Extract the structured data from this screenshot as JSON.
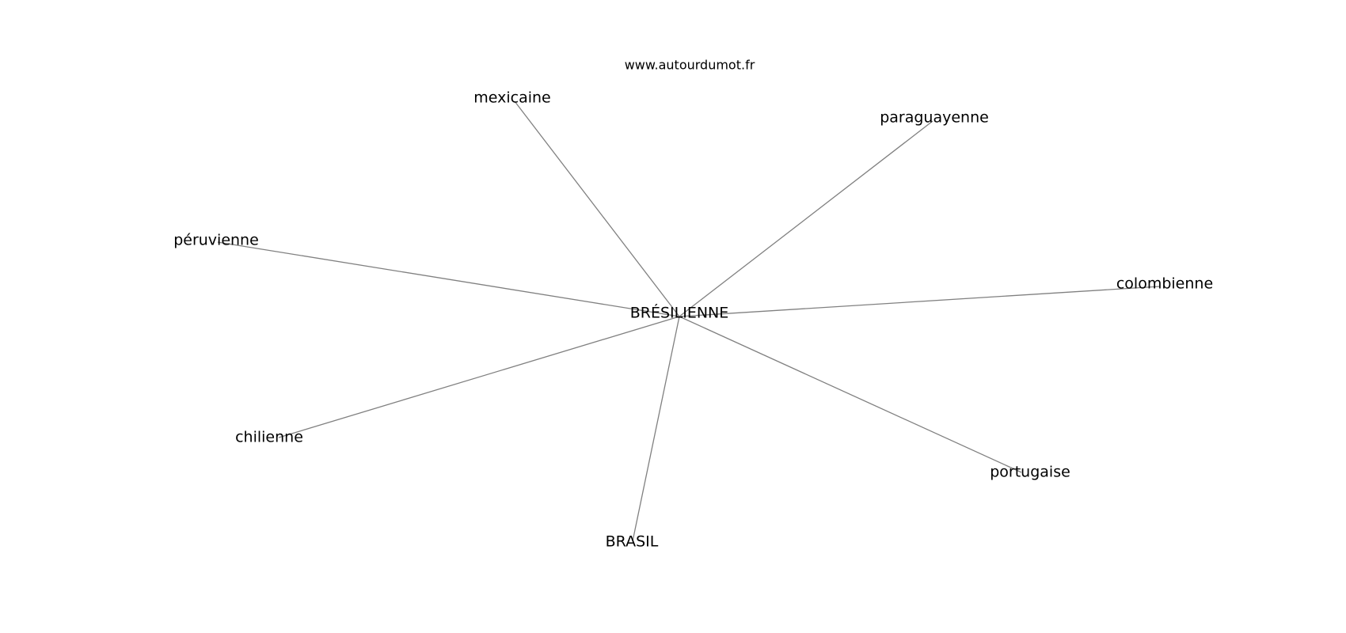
{
  "watermark": "www.autourdumot.fr",
  "graph": {
    "center": {
      "id": "center",
      "label": "BRÉSILIENNE"
    },
    "nodes": [
      {
        "id": "mexicaine",
        "label": "mexicaine"
      },
      {
        "id": "paraguayenne",
        "label": "paraguayenne"
      },
      {
        "id": "peruvienne",
        "label": "péruvienne"
      },
      {
        "id": "colombienne",
        "label": "colombienne"
      },
      {
        "id": "chilienne",
        "label": "chilienne"
      },
      {
        "id": "portugaise",
        "label": "portugaise"
      },
      {
        "id": "brasil",
        "label": "BRASIL"
      }
    ],
    "edges": [
      {
        "from": "center",
        "to": "mexicaine"
      },
      {
        "from": "center",
        "to": "paraguayenne"
      },
      {
        "from": "center",
        "to": "peruvienne"
      },
      {
        "from": "center",
        "to": "colombienne"
      },
      {
        "from": "center",
        "to": "chilienne"
      },
      {
        "from": "center",
        "to": "portugaise"
      },
      {
        "from": "center",
        "to": "brasil"
      }
    ],
    "colors": {
      "edge": "#808080",
      "text": "#000000",
      "background": "#ffffff"
    }
  }
}
